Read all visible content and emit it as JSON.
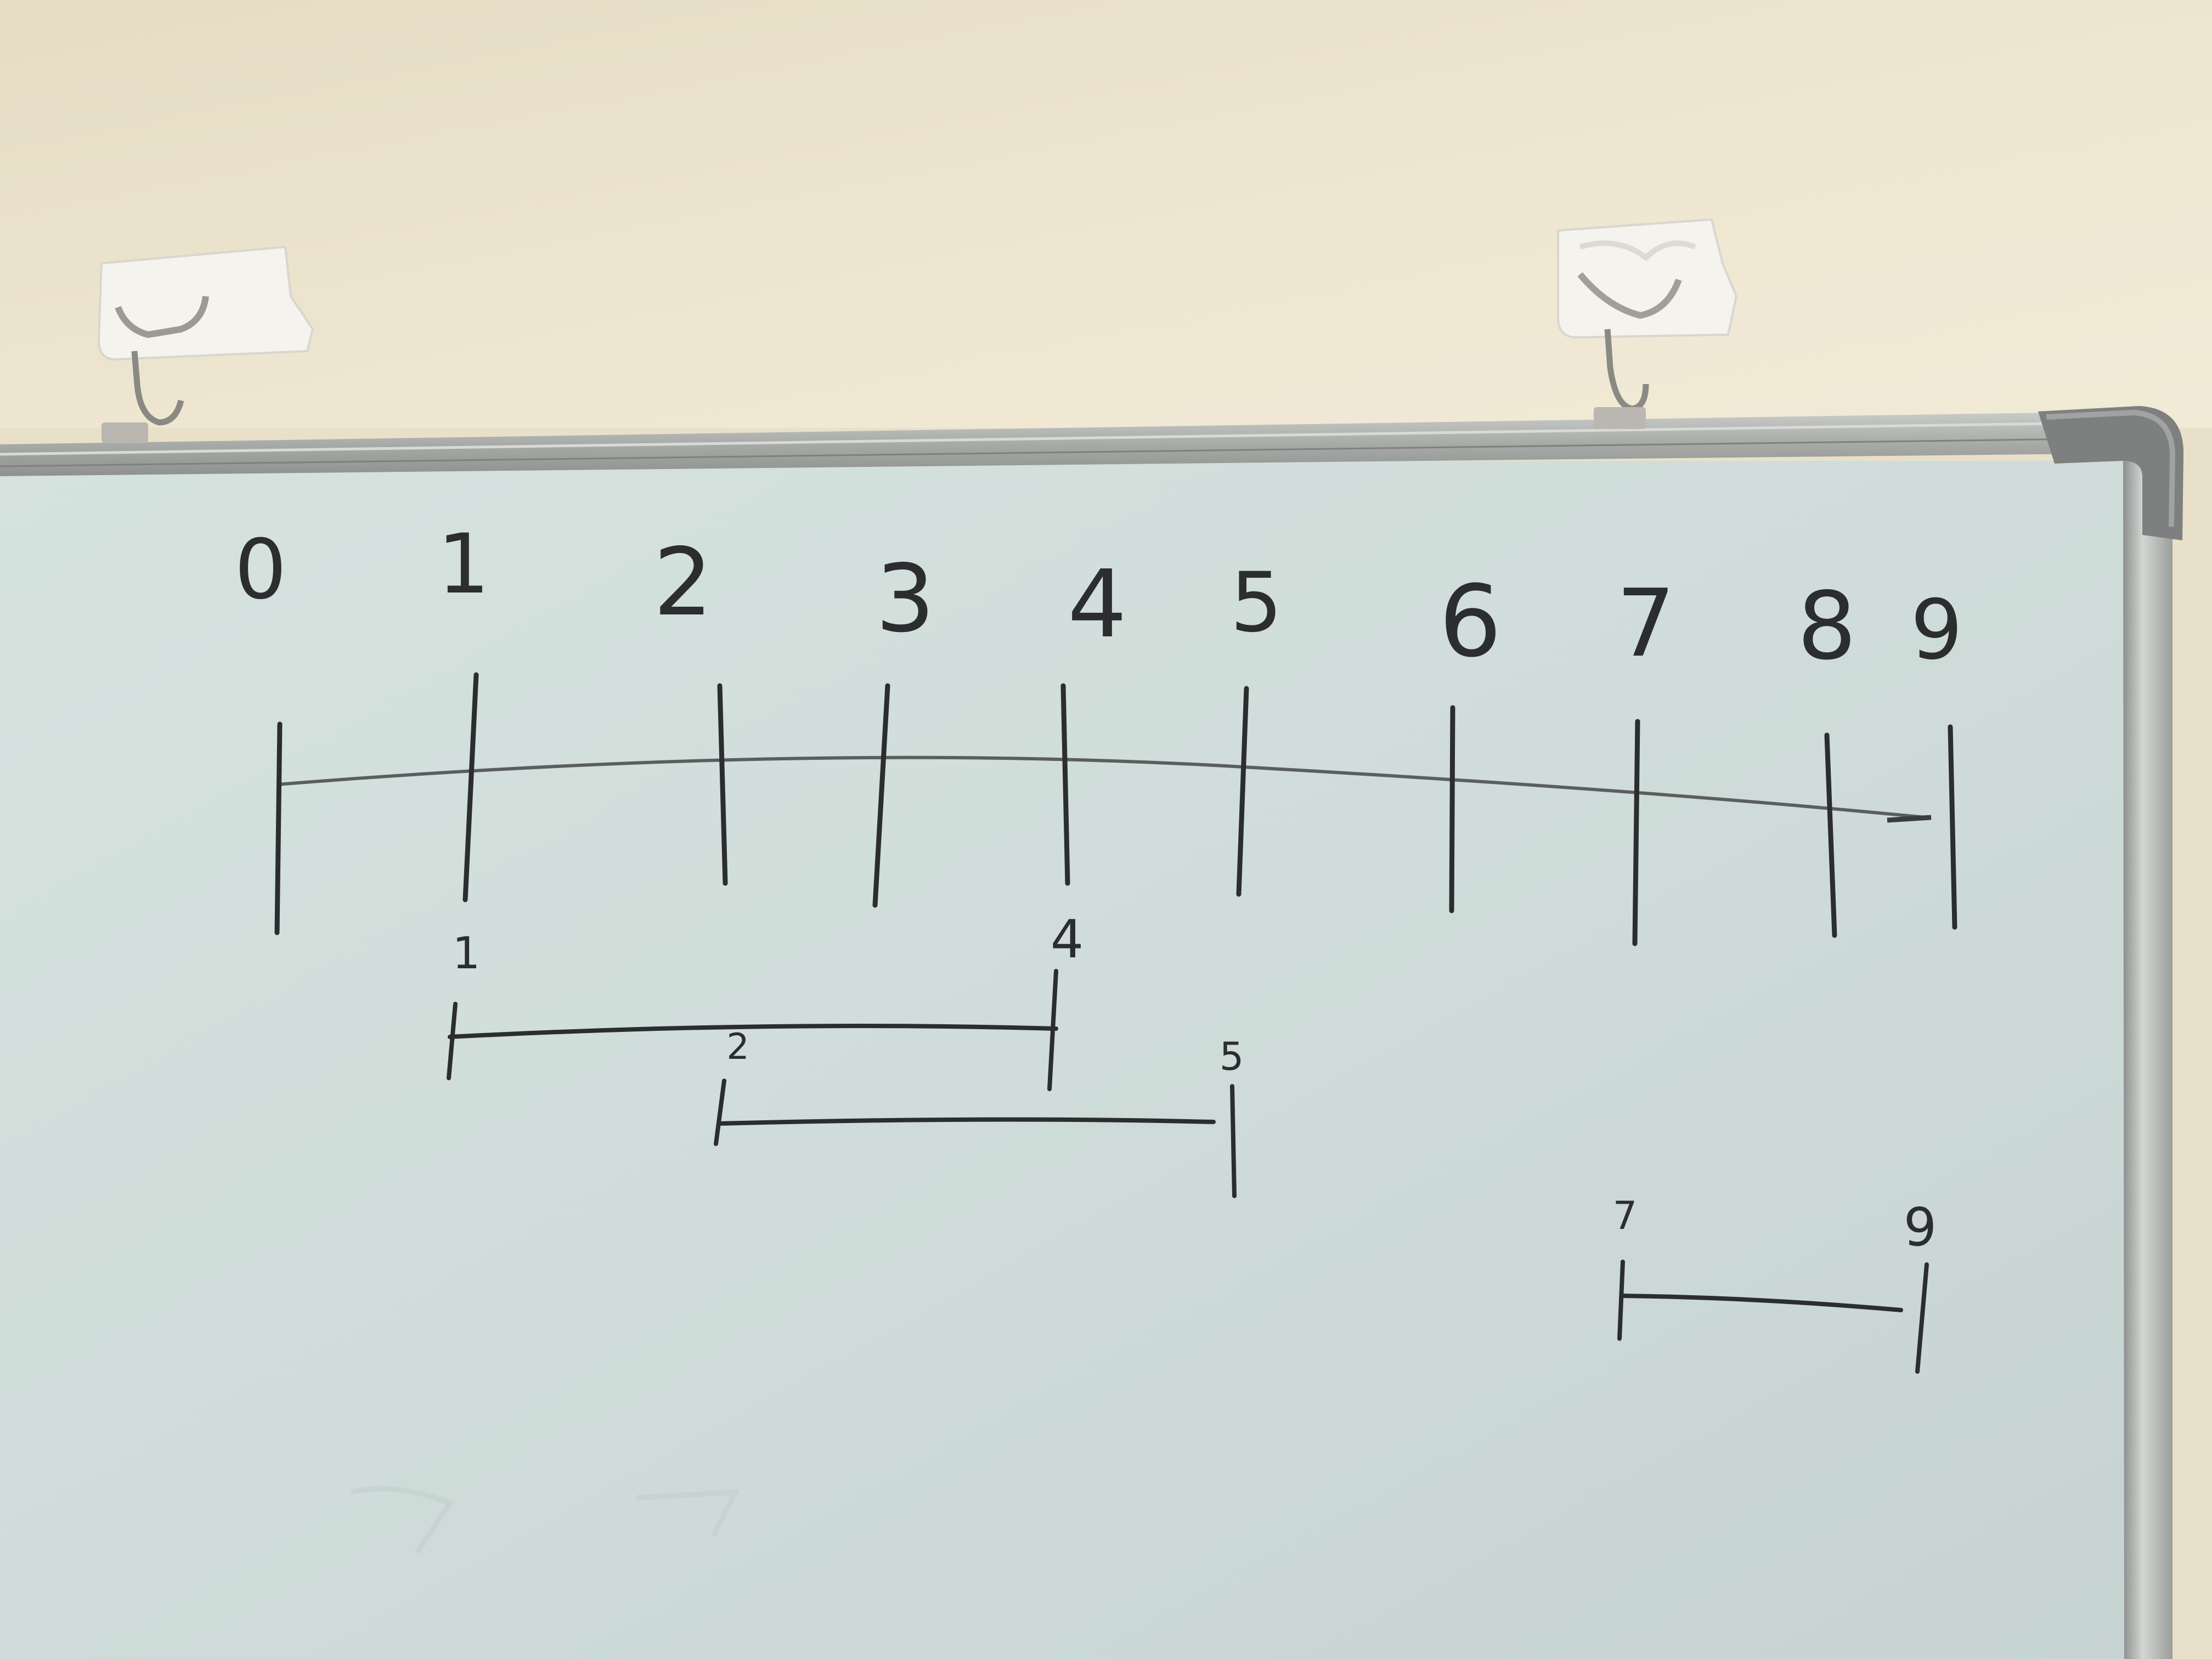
{
  "scene": {
    "wall_color": "#ece3cc",
    "board_color": "#d3e0dc",
    "frame_color": "#b4b7b4",
    "ink_color": "#2b2d2e",
    "hooks": [
      "left-adhesive-hook",
      "right-adhesive-hook"
    ]
  },
  "number_line": {
    "labels": [
      "0",
      "1",
      "2",
      "3",
      "4",
      "5",
      "6",
      "7",
      "8",
      "9"
    ]
  },
  "segments": [
    {
      "start_label": "1",
      "end_label": "4"
    },
    {
      "start_label": "2",
      "end_label": "5"
    },
    {
      "start_label": "7",
      "end_label": "9"
    }
  ]
}
